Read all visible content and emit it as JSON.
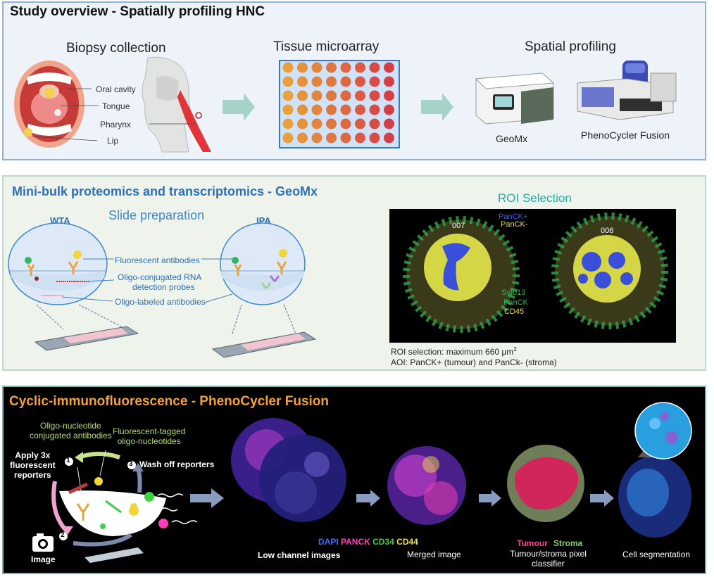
{
  "section1": {
    "title": "Study overview - Spatially profiling HNC",
    "biopsy_heading": "Biopsy collection",
    "biopsy_labels": [
      "Oral cavity",
      "Tongue",
      "Pharynx",
      "Lip"
    ],
    "tma_heading": "Tissue microarray",
    "spatial_heading": "Spatial profiling",
    "instrument1": "GeoMx",
    "instrument2": "PhenoCycler Fusion"
  },
  "section2": {
    "title": "Mini-bulk proteomics and  transcriptomics - GeoMx",
    "slide_prep": "Slide preparation",
    "wta": "WTA",
    "ipa": "IPA",
    "label_fluor": "Fluorescent antibodies",
    "label_oligo_rna_1": "Oligo-conjugated RNA",
    "label_oligo_rna_2": "detection probes",
    "label_oligo_ab": "Oligo-labeled antibodies",
    "roi_heading": "ROI Selection",
    "roi_legend_pos": "PanCK+",
    "roi_legend_neg": "PanCK-",
    "roi_id_1": "007",
    "roi_id_2": "006",
    "stain_1": "Syto13",
    "stain_2": "PanCK",
    "stain_3": "CD45",
    "roi_note_prefix": "ROI selection: maximum 660 μm",
    "roi_note_sup": "2",
    "aoi_note": "AOI: PanCK+ (tumour) and PanCk- (stroma)",
    "colors": {
      "panck_pos": "#3a5bd9",
      "panck_neg": "#e8d84a",
      "cd45": "#e8d84a"
    }
  },
  "section3": {
    "title": "Cyclic-immunofluorescence - PhenoCycler Fusion",
    "oligo_ab_1": "Oligo-nucleotide",
    "oligo_ab_2": "conjugated antibodies",
    "fluor_tag_1": "Fluorescent-tagged",
    "fluor_tag_2": "oligo-nucleotides",
    "apply_1": "Apply 3x",
    "apply_2": "fluorescent",
    "apply_3": "reporters",
    "step1": "1",
    "step2": "2",
    "step3": "3",
    "wash": "Wash off reporters",
    "image": "Image",
    "markers": [
      {
        "name": "DAPI",
        "color": "#3b6bff"
      },
      {
        "name": "PANCK",
        "color": "#ff3dbb"
      },
      {
        "name": "CD34",
        "color": "#3dd23d"
      },
      {
        "name": "CD44",
        "color": "#f2e23a"
      }
    ],
    "low_channel": "Low channel images",
    "merged": "Merged image",
    "tumour": "Tumour",
    "stroma": "Stroma",
    "classifier_1": "Tumour/stroma pixel",
    "classifier_2": "classifier",
    "segmentation": "Cell segmentation"
  }
}
